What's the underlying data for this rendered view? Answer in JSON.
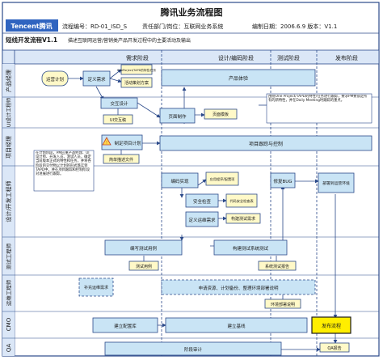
{
  "page": {
    "title": "腾讯业务流程图",
    "logo": "Tencent腾讯",
    "doc_code": "流程编号：RD-01_ISD_S",
    "department": "责任部门/岗位：互联网业务系统",
    "date_version": "编制日期：2006.6.9  版本：V1.1",
    "flow_name": "短线开发流程V1.1",
    "flow_desc": "描述互联网运营/营销类产品开发过程中的主要活动及输出"
  },
  "phases": [
    "需求阶段",
    "设计/编码阶段",
    "测试阶段",
    "发布阶段"
  ],
  "roles": [
    "产品经理",
    "UI设计工程师",
    "项目经理",
    "设计/开发工程师",
    "测试工程师",
    "运维工程师",
    "CMO",
    "QA"
  ],
  "activities": {
    "ops_plan": "运营计划",
    "define_req": "定义需求",
    "tapd_doc": "OnePorject/TAPD的特性/任务",
    "activity_plan": "活动策划方案",
    "product_exp": "产品体验",
    "interaction_design": "交互设计",
    "ui_interaction": "UI交互稿",
    "page_make": "页面制作",
    "page_template": "页面模板",
    "make_plan": "制定项目计划",
    "tracking": "项目跟踪与控制",
    "brief_doc": "简单描述文件",
    "coding": "编码实现",
    "app_program": "应用程序/配置项",
    "security_check": "安全检查",
    "code_security": "代码安全检查表",
    "define_ops_req": "定义运维需求",
    "ops_req_doc": "构建测试需求",
    "fix_bug": "修复BUG",
    "deploy_ops": "部署到运营环境",
    "write_test_case": "编写测试用例",
    "build_test": "构建测试系统测试",
    "test_case": "测试用例",
    "test_report": "系统测试报告",
    "supplement": "补充运维需求",
    "apply_resource": "申请资源、计划备份、整理环境部署说明",
    "env_doc": "环境部署说明",
    "build_config_lib": "建立配置库",
    "build_baseline": "建立基线",
    "release": "发布流程",
    "phase_audit": "阶段审计",
    "qa_report": "QA报告"
  },
  "notes": {
    "pm_note": "在计划阶段，PM应重产品经理、UI设计师、开发人员、测试人员，确定当前版本正式的特性和任务，并将各阶段的交付物以计划的形式落实到TAPD中，并在项目跟踪和控制阶段对进展进行跟踪。",
    "tapd_note": "围绕One Project/TAPD的特性/任务进行跟踪，要求PM要锁定所有的新特性，并在Daily Meeting时跟踪的重点。"
  },
  "colors": {
    "title_bg": "#ffffff",
    "phase_bg": "#dbe7f7",
    "role_bg": "#dbe7f7",
    "process": "#c9e4f5",
    "doc": "#fff9c8",
    "release": "#ffee00",
    "line": "#2b4a8a"
  },
  "icons": [
    "warning-icon"
  ]
}
